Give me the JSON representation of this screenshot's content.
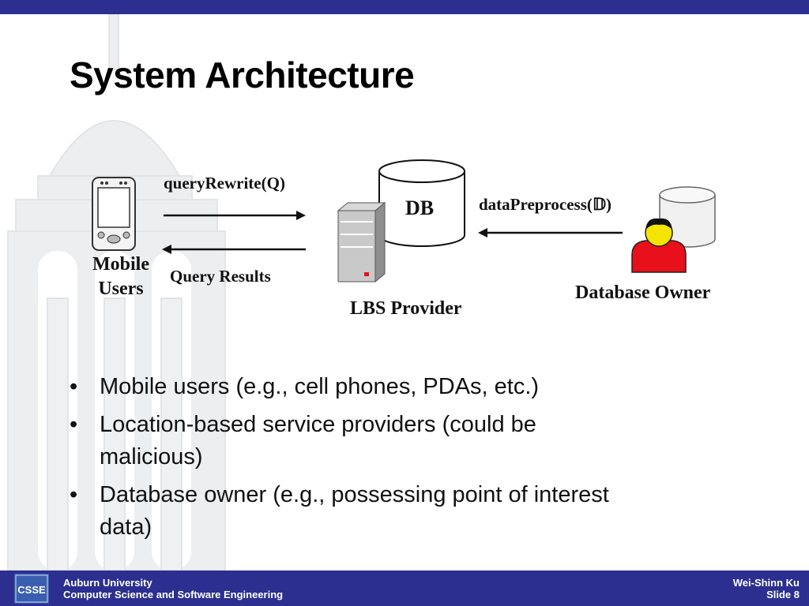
{
  "slide": {
    "title": "System Architecture"
  },
  "diagram": {
    "mobile_users_line1": "Mobile",
    "mobile_users_line2": "Users",
    "query_rewrite": "queryRewrite(Q)",
    "query_results": "Query Results",
    "db_label": "DB",
    "lbs_provider": "LBS Provider",
    "data_preprocess": "dataPreprocess(𝔻)",
    "database_owner": "Database Owner"
  },
  "bullets": [
    {
      "line1": "Mobile users (e.g., cell phones, PDAs, etc.)",
      "line2": ""
    },
    {
      "line1": "Location-based service providers (could be",
      "line2": "malicious)"
    },
    {
      "line1": "Database owner (e.g., possessing point of interest",
      "line2": "data)"
    }
  ],
  "footer": {
    "logo_text": "CSSE",
    "university": "Auburn University",
    "department": "Computer Science and Software Engineering",
    "author": "Wei-Shinn Ku",
    "slide_number": "Slide 8"
  },
  "colors": {
    "bar": "#2c2f8f",
    "person_shirt": "#e8101a",
    "person_face": "#f5e400",
    "server_led": "#e8101a"
  }
}
